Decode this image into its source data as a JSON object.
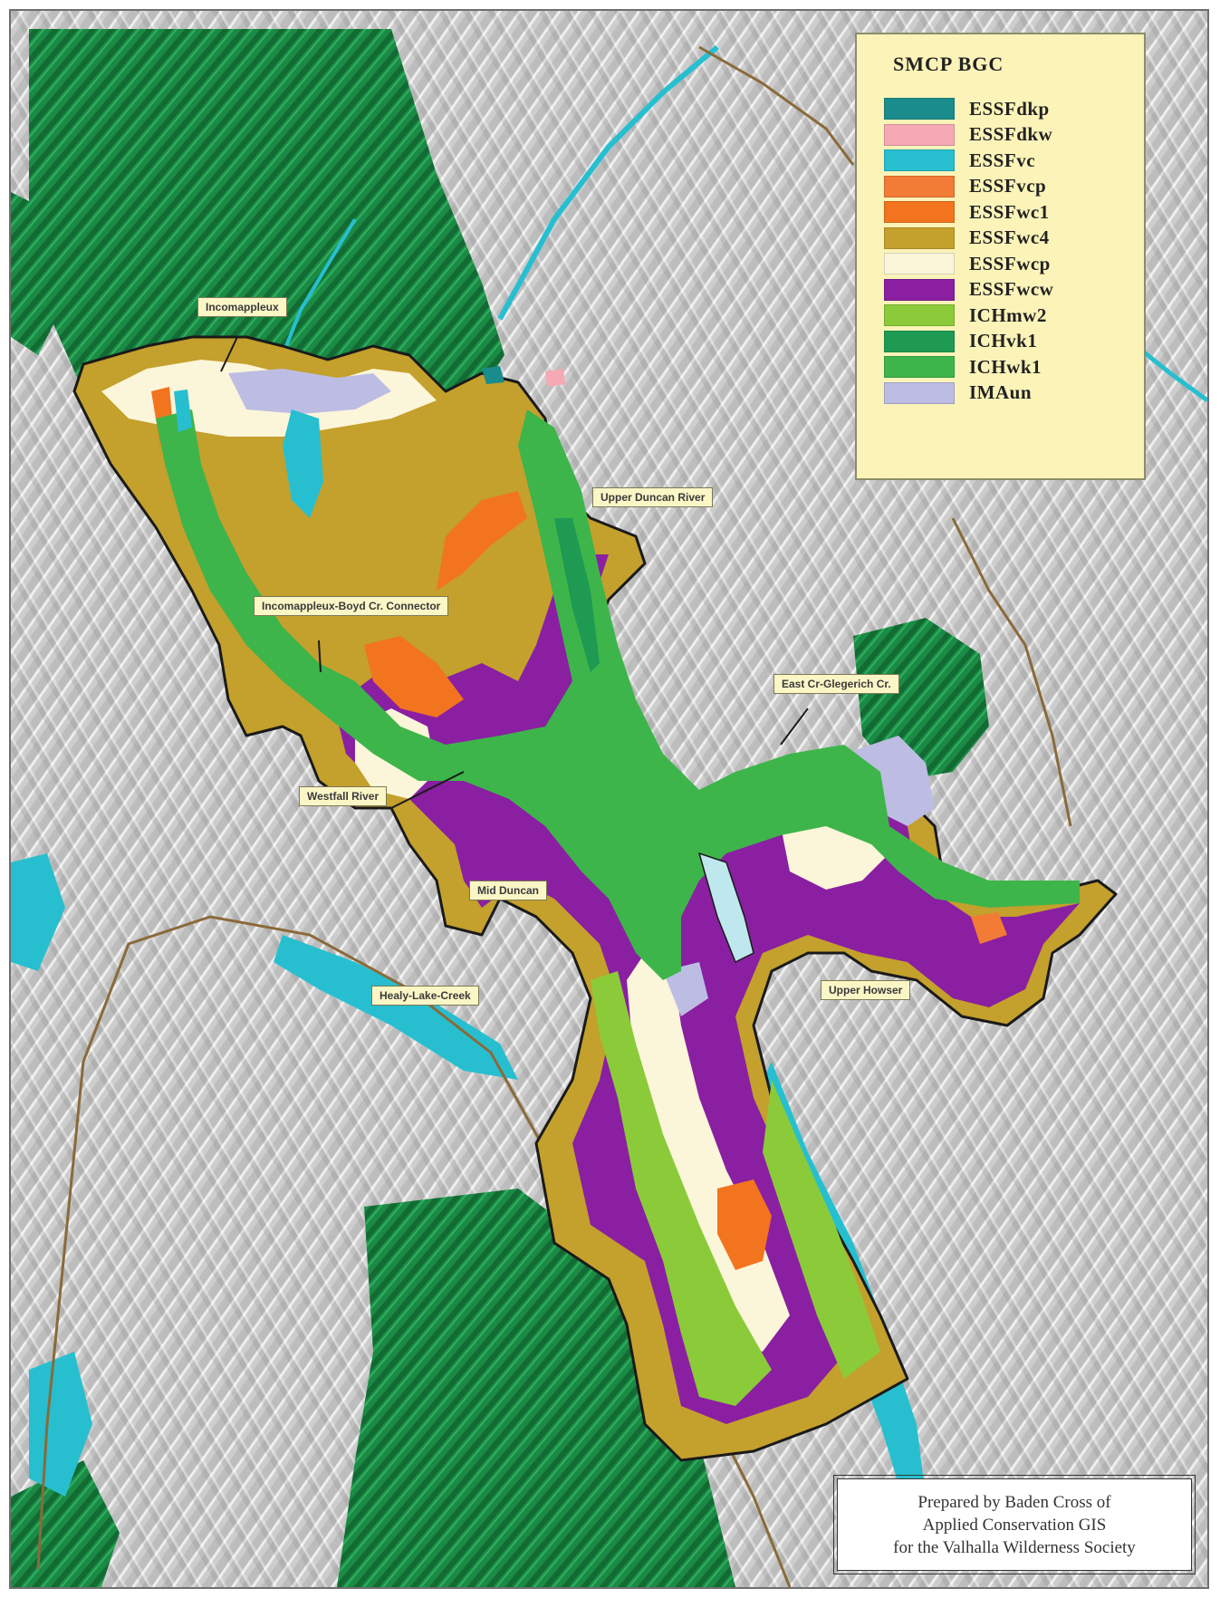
{
  "legend": {
    "title": "SMCP BGC",
    "items": [
      {
        "label": "ESSFdkp",
        "color": "#1a8c8c"
      },
      {
        "label": "ESSFdkw",
        "color": "#f4a9b4"
      },
      {
        "label": "ESSFvc",
        "color": "#27bfd0"
      },
      {
        "label": "ESSFvcp",
        "color": "#f27b35"
      },
      {
        "label": "ESSFwc1",
        "color": "#f2741f"
      },
      {
        "label": "ESSFwc4",
        "color": "#c4a02c"
      },
      {
        "label": "ESSFwcp",
        "color": "#fbf5d9"
      },
      {
        "label": "ESSFwcw",
        "color": "#8a1fa2"
      },
      {
        "label": "ICHmw2",
        "color": "#8bcb3a"
      },
      {
        "label": "ICHvk1",
        "color": "#1f9a52"
      },
      {
        "label": "ICHwk1",
        "color": "#3db54a"
      },
      {
        "label": "IMAun",
        "color": "#bdbde4"
      }
    ]
  },
  "labels": {
    "incomappleux": "Incomappleux",
    "upper_duncan": "Upper Duncan River",
    "connector": "Incomappleux-Boyd Cr. Connector",
    "east_creek": "East Cr-Glegerich Cr.",
    "westfall": "Westfall River",
    "mid_duncan": "Mid Duncan",
    "healy_lake": "Healy-Lake-Creek",
    "upper_howser": "Upper Howser"
  },
  "credit": {
    "line1": "Prepared by Baden Cross of",
    "line2": "Applied Conservation GIS",
    "line3": "for the Valhalla Wilderness Society"
  },
  "colors": {
    "terrain": "#cfcfcf",
    "forest": "#1f9a52",
    "water": "#27bfd0",
    "road": "#8a6a3a",
    "boundary": "#1a1a1a"
  }
}
